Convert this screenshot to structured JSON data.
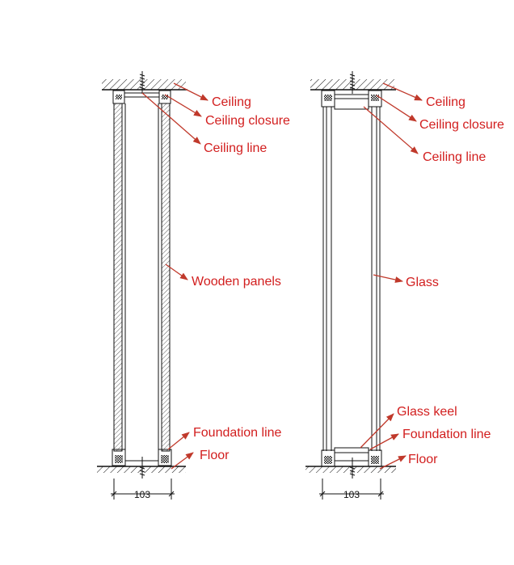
{
  "colors": {
    "label": "#d21e1e",
    "arrow": "#c0392b",
    "line": "#111111"
  },
  "left": {
    "labels": {
      "ceiling": "Ceiling",
      "ceiling_closure": "Ceiling closure",
      "ceiling_line": "Ceiling line",
      "panels": "Wooden panels",
      "foundation_line": "Foundation line",
      "floor": "Floor"
    },
    "dimension": "103"
  },
  "right": {
    "labels": {
      "ceiling": "Ceiling",
      "ceiling_closure": "Ceiling closure",
      "ceiling_line": "Ceiling line",
      "glass": "Glass",
      "glass_keel": "Glass keel",
      "foundation_line": "Foundation line",
      "floor": "Floor"
    },
    "dimension": "103"
  }
}
